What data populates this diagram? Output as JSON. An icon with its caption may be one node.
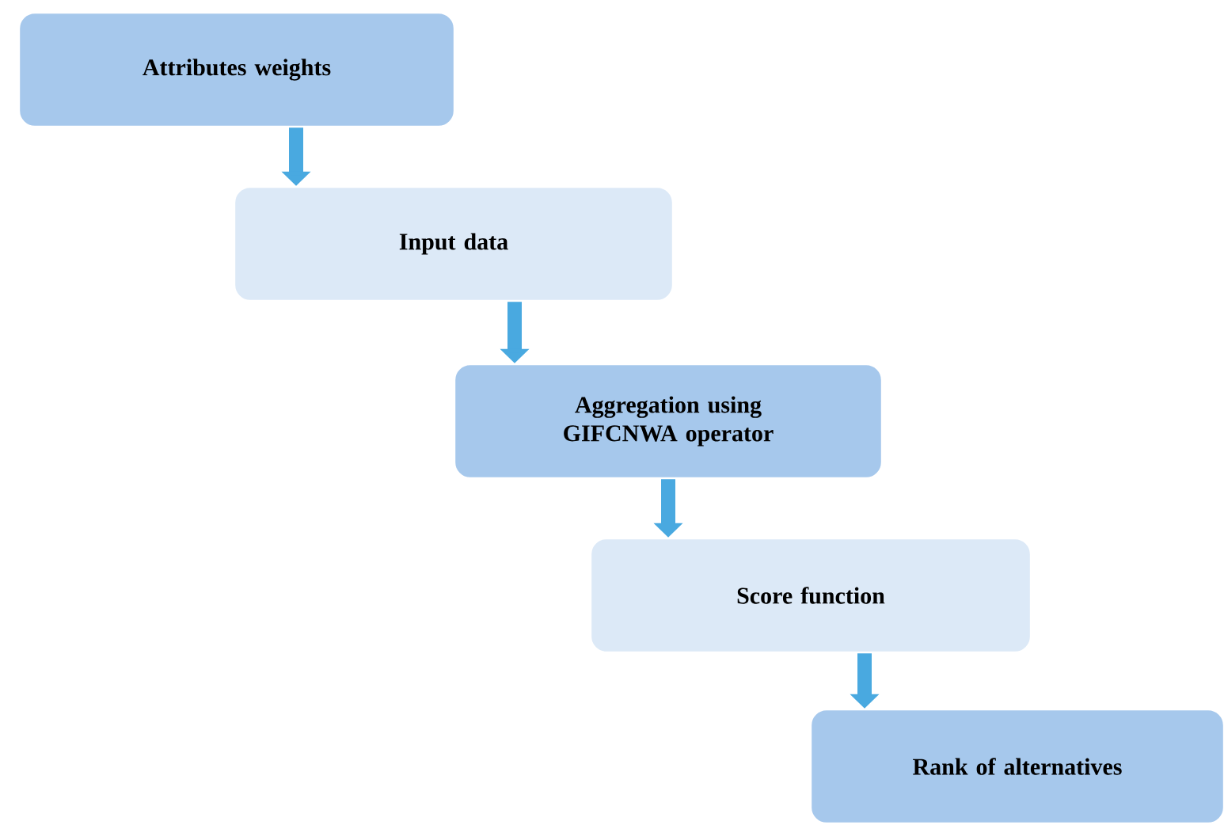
{
  "diagram": {
    "nodes": [
      {
        "text": [
          "Attributes weights"
        ]
      },
      {
        "text": [
          "Input data"
        ]
      },
      {
        "text": [
          "Aggregation using GIFCNWA operator"
        ]
      },
      {
        "text": [
          "Score function"
        ]
      },
      {
        "text": [
          "Rank of alternatives"
        ]
      }
    ],
    "edges": [
      {
        "from": 0,
        "to": 1,
        "arrow": "to"
      },
      {
        "from": 1,
        "to": 2,
        "arrow": "to"
      },
      {
        "from": 2,
        "to": 3,
        "arrow": "to"
      },
      {
        "from": 3,
        "to": 4,
        "arrow": "to"
      }
    ]
  }
}
